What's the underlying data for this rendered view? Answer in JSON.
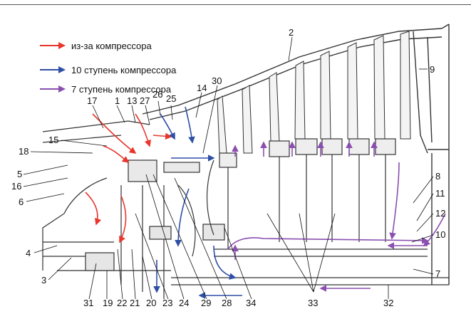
{
  "colors": {
    "red": "#e8362c",
    "blue": "#2e4fa6",
    "purple": "#8a4fb0"
  },
  "legend": [
    {
      "label": "из-за компрессора",
      "color": "red"
    },
    {
      "label": "10 ступень компрессора",
      "color": "blue"
    },
    {
      "label": "7 ступень компрессора",
      "color": "purple"
    }
  ],
  "callouts": [
    "1",
    "2",
    "3",
    "4",
    "5",
    "6",
    "7",
    "8",
    "9",
    "10",
    "11",
    "12",
    "13",
    "14",
    "15",
    "16",
    "17",
    "18",
    "19",
    "20",
    "21",
    "22",
    "23",
    "24",
    "25",
    "26",
    "27",
    "28",
    "29",
    "30",
    "31",
    "32",
    "33",
    "34"
  ]
}
